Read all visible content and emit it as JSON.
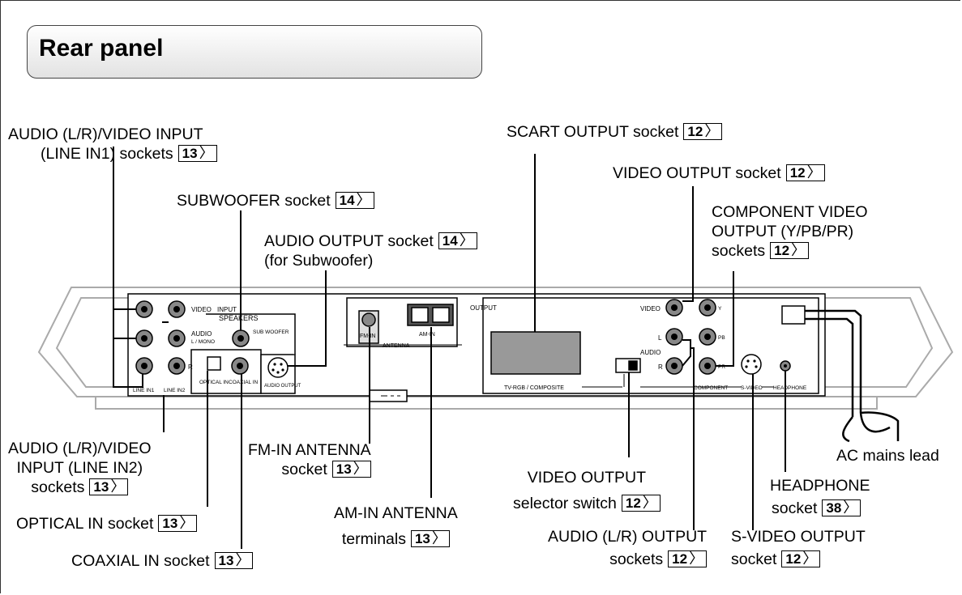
{
  "title": "Rear panel",
  "callouts": {
    "line_in1": {
      "lines": [
        "AUDIO (L/R)/VIDEO INPUT",
        "(LINE IN1) sockets"
      ],
      "ref": "13"
    },
    "subwoofer": {
      "lines": [
        "SUBWOOFER socket"
      ],
      "ref": "14"
    },
    "audio_output": {
      "lines": [
        "AUDIO OUTPUT socket",
        "(for Subwoofer)"
      ],
      "ref": "14"
    },
    "scart_output": {
      "lines": [
        "SCART OUTPUT socket"
      ],
      "ref": "12"
    },
    "video_output": {
      "lines": [
        "VIDEO OUTPUT socket"
      ],
      "ref": "12"
    },
    "component_video": {
      "lines": [
        "COMPONENT VIDEO",
        "OUTPUT (Y/PB/PR)",
        "sockets"
      ],
      "ref": "12"
    },
    "line_in2": {
      "lines": [
        "AUDIO (L/R)/VIDEO",
        "INPUT (LINE IN2)",
        "sockets"
      ],
      "ref": "13"
    },
    "optical_in": {
      "lines": [
        "OPTICAL IN socket"
      ],
      "ref": "13"
    },
    "coaxial_in": {
      "lines": [
        "COAXIAL IN socket"
      ],
      "ref": "13"
    },
    "fm_antenna": {
      "lines": [
        "FM-IN ANTENNA",
        "socket"
      ],
      "ref": "13"
    },
    "am_antenna": {
      "lines": [
        "AM-IN ANTENNA",
        "terminals"
      ],
      "ref": "13"
    },
    "video_selector": {
      "lines": [
        "VIDEO OUTPUT",
        "selector switch"
      ],
      "ref": "12"
    },
    "audio_lr_output": {
      "lines": [
        "AUDIO (L/R) OUTPUT",
        "sockets"
      ],
      "ref": "12"
    },
    "svideo_output": {
      "lines": [
        "S-VIDEO OUTPUT",
        "socket"
      ],
      "ref": "12"
    },
    "headphone": {
      "lines": [
        "HEADPHONE",
        "socket"
      ],
      "ref": "38"
    },
    "ac_mains": {
      "lines": [
        "AC mains lead"
      ],
      "ref": ""
    }
  },
  "panel_labels": {
    "video": "VIDEO",
    "input": "INPUT",
    "audio": "AUDIO",
    "l_mono": "L / MONO",
    "r": "R",
    "line_in1": "LINE IN1",
    "line_in2": "LINE IN2",
    "speakers": "SPEAKERS",
    "sub_woofer": "SUB WOOFER",
    "optical_in": "OPTICAL IN",
    "coaxial_in": "COAXIAL IN",
    "audio_output": "AUDIO OUTPUT",
    "fm_in": "FM-IN",
    "am_in": "AM-IN",
    "antenna": "ANTENNA",
    "output": "OUTPUT",
    "video_out": "VIDEO",
    "l": "L",
    "r_out": "R",
    "audio_out": "AUDIO",
    "y": "Y",
    "pb": "PB",
    "pr": "PR",
    "tv_rgb": "TV-RGB / COMPOSITE",
    "component": "COMPONENT",
    "s_video": "S-VIDEO",
    "headphone": "HEADPHONE"
  }
}
